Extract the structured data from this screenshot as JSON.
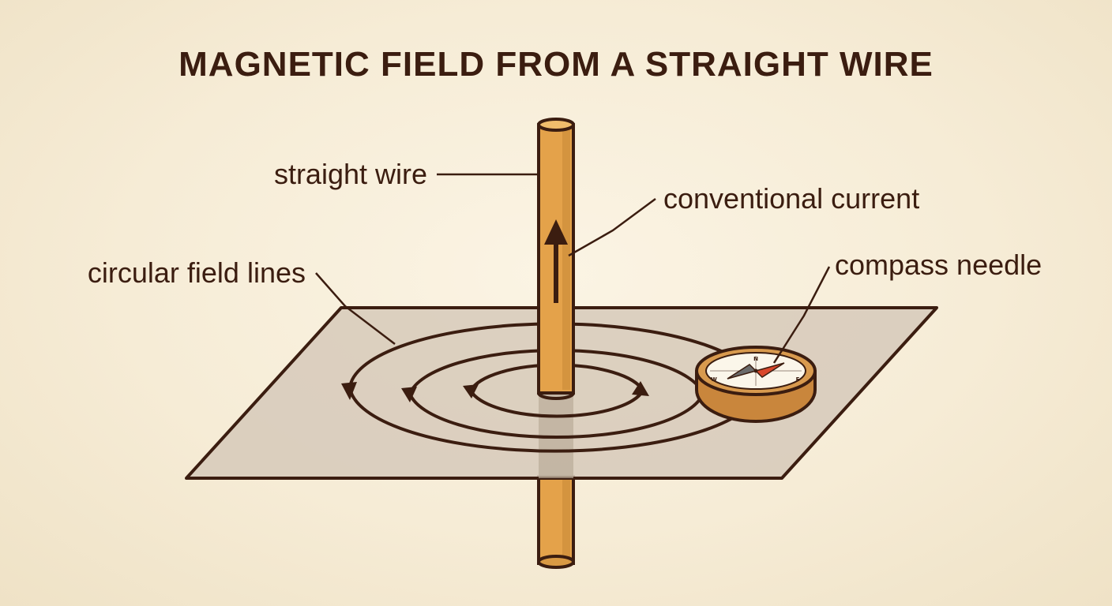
{
  "title": "MAGNETIC FIELD FROM A STRAIGHT WIRE",
  "labels": {
    "straight_wire": "straight wire",
    "conventional_current": "conventional current",
    "circular_field_lines": "circular field lines",
    "compass_needle": "compass needle"
  },
  "compass": {
    "north": "N",
    "east": "E",
    "west": "W"
  },
  "colors": {
    "ink": "#3b1d10",
    "wire_fill": "#e4a24a",
    "wire_dark": "#c98a38",
    "plane_fill": "#d7cbbb",
    "compass_rim": "#d89a4e",
    "compass_face": "#fbf6ea",
    "needle_red": "#d9472b",
    "needle_gray": "#6b6b6b"
  }
}
